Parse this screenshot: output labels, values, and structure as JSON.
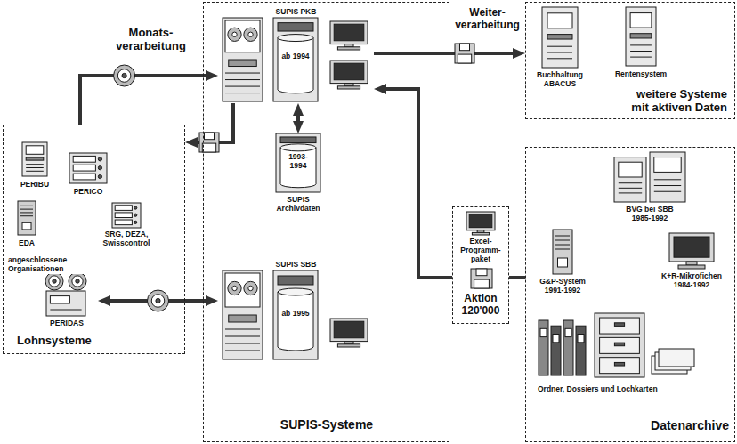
{
  "diagram": {
    "nodes": [
      {
        "text": [
          "Lohnsysteme"
        ]
      },
      {
        "text": [
          "PERIBU"
        ],
        "in": 0
      },
      {
        "text": [
          "PERICO"
        ],
        "in": 0
      },
      {
        "text": [
          "EDA"
        ],
        "in": 0
      },
      {
        "text": [
          "SRG, DEZA, Swisscontrol"
        ],
        "in": 0
      },
      {
        "text": [
          "PERIDAS"
        ],
        "in": 0
      },
      {
        "text": [
          "SUPIS-Systeme"
        ]
      },
      {
        "text": [
          "SUPIS PKB",
          "ab 1994"
        ],
        "in": 6
      },
      {
        "text": [
          "1993- 1994",
          "SUPIS Archivdaten"
        ],
        "in": 6
      },
      {
        "text": [
          "SUPIS SBB",
          "ab 1995"
        ],
        "in": 6
      },
      {
        "text": [
          "weitere Systeme mit aktiven Daten"
        ]
      },
      {
        "text": [
          "Buchhaltung ABACUS"
        ],
        "in": 10
      },
      {
        "text": [
          "Rentensystem"
        ],
        "in": 10
      },
      {
        "text": [
          "Aktion 120'000"
        ]
      },
      {
        "text": [
          "Excel- Programm- paket"
        ],
        "in": 13
      },
      {
        "text": [
          "Datenarchive"
        ]
      },
      {
        "text": [
          "BVG bei SBB 1985-1992"
        ],
        "in": 15
      },
      {
        "text": [
          "G&P-System 1991-1992"
        ],
        "in": 15
      },
      {
        "text": [
          "K+R-Mikrofichen 1984-1992"
        ],
        "in": 15
      },
      {
        "text": [
          "Ordner, Dossiers und Lochkarten"
        ],
        "in": 15
      }
    ],
    "edges": [
      {
        "from": 0,
        "to": 7,
        "arrow": "to",
        "label": "Monats- verarbeitung"
      },
      {
        "from": 7,
        "to": 0,
        "arrow": "to"
      },
      {
        "from": 5,
        "to": 9,
        "arrow": "both"
      },
      {
        "from": 7,
        "to": 8,
        "arrow": "both"
      },
      {
        "from": 7,
        "to": 10,
        "arrow": "to",
        "label": "Weiter- verarbeitung"
      },
      {
        "from": 15,
        "to": 13,
        "arrow": "none"
      },
      {
        "from": 13,
        "to": 7,
        "arrow": "to"
      }
    ],
    "labels": [
      "angeschlossene Organisationen"
    ]
  }
}
